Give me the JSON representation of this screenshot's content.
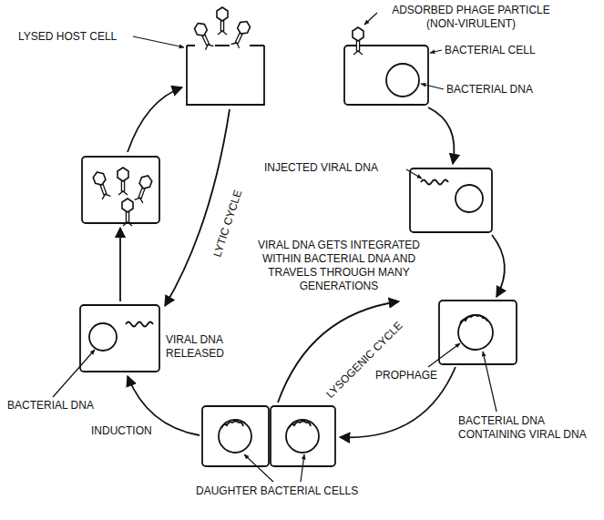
{
  "diagram": {
    "labels": [
      "LYSED HOST CELL",
      "ADSORBED PHAGE PARTICLE (NON-VIRULENT)",
      "BACTERIAL CELL",
      "BACTERIAL DNA",
      "INJECTED VIRAL DNA",
      "LYTIC CYCLE",
      "VIRAL DNA GETS INTEGRATED WITHIN BACTERIAL DNA AND TRAVELS THROUGH MANY GENERATIONS",
      "VIRAL DNA RELEASED",
      "BACTERIAL DNA",
      "LYSOGENIC CYCLE",
      "PROPHAGE",
      "INDUCTION",
      "BACTERIAL DNA CONTAINING VIRAL DNA",
      "DAUGHTER BACTERIAL CELLS"
    ]
  }
}
